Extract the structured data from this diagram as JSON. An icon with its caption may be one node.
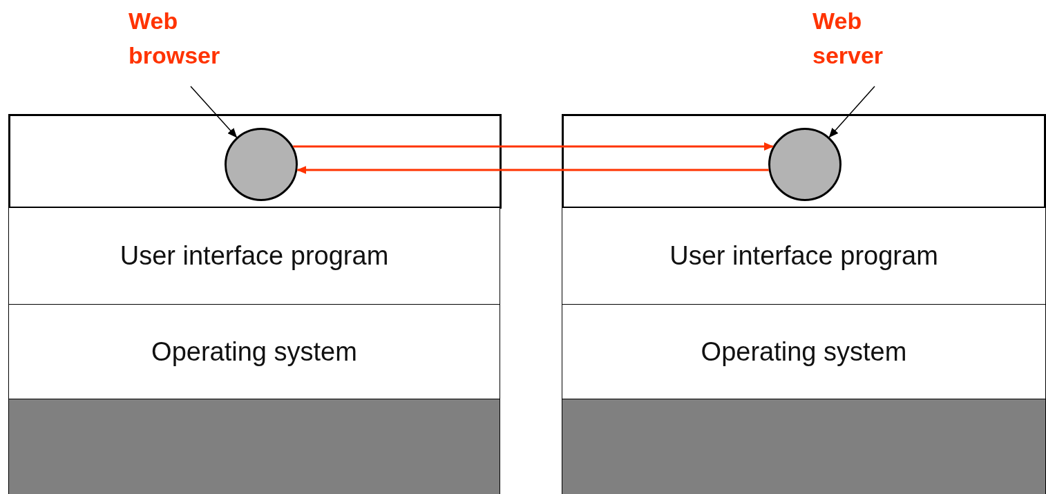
{
  "diagram": {
    "nodes": [
      {
        "text": [
          "Web browser"
        ]
      },
      {
        "text": [
          "Web server"
        ]
      },
      {
        "text": [],
        "shape": "box"
      },
      {
        "text": [],
        "shape": "circle",
        "in": 2
      },
      {
        "text": [
          "User interface program"
        ]
      },
      {
        "text": [
          "Operating system"
        ]
      },
      {
        "text": [],
        "shape": "box"
      },
      {
        "text": [],
        "shape": "box"
      },
      {
        "text": [],
        "shape": "circle",
        "in": 7
      },
      {
        "text": [
          "User interface program"
        ]
      },
      {
        "text": [
          "Operating system"
        ]
      },
      {
        "text": [],
        "shape": "box"
      }
    ],
    "edges": [
      {
        "from": 0,
        "to": 3,
        "arrow": "to"
      },
      {
        "from": 1,
        "to": 8,
        "arrow": "to"
      },
      {
        "from": 3,
        "to": 8,
        "arrow": "to",
        "color": "#ff3300"
      },
      {
        "from": 8,
        "to": 3,
        "arrow": "to",
        "color": "#ff3300"
      }
    ]
  }
}
